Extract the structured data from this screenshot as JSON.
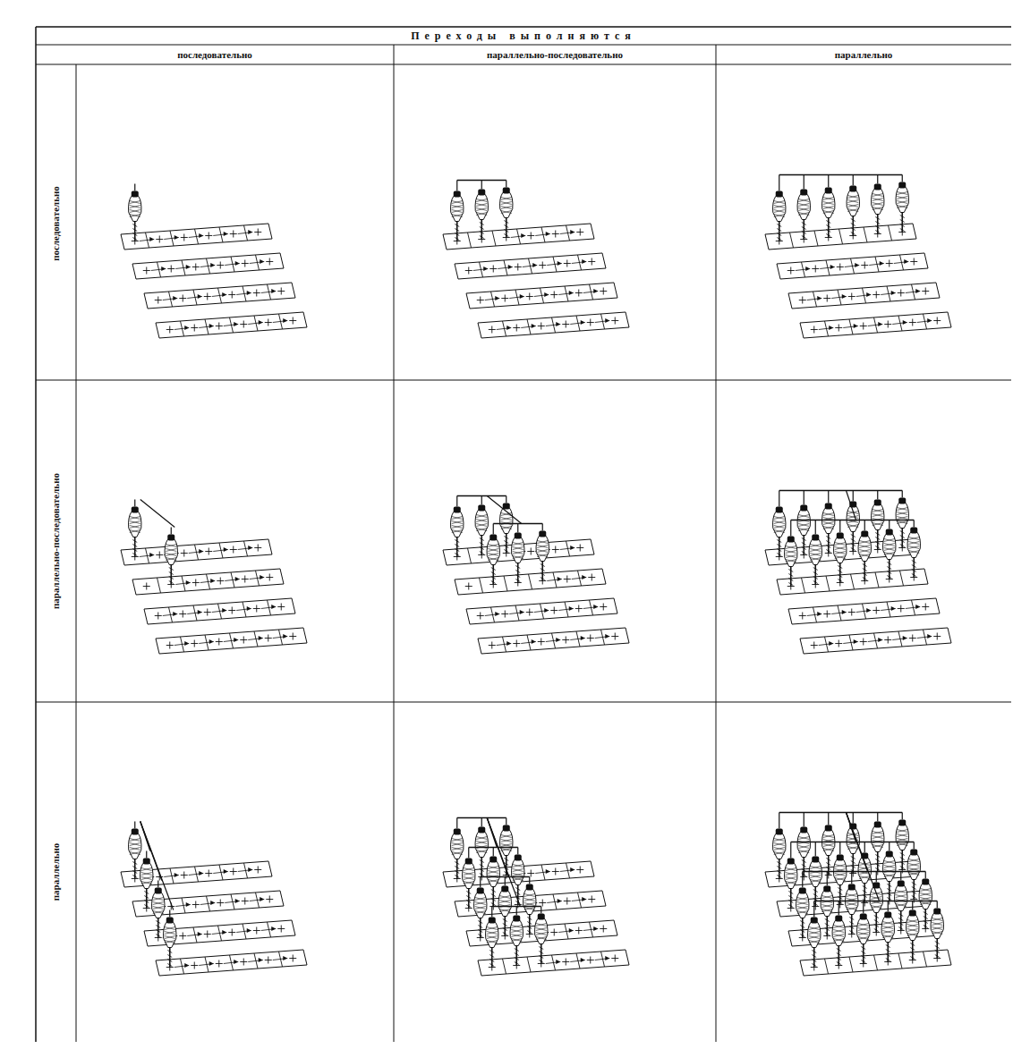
{
  "diagram": {
    "title": "Переходы выполняются",
    "labels": [
      "последовательно",
      "параллельно-последовательно",
      "параллельно",
      "последовательно",
      "параллельно-последовательно",
      "параллельно"
    ]
  }
}
